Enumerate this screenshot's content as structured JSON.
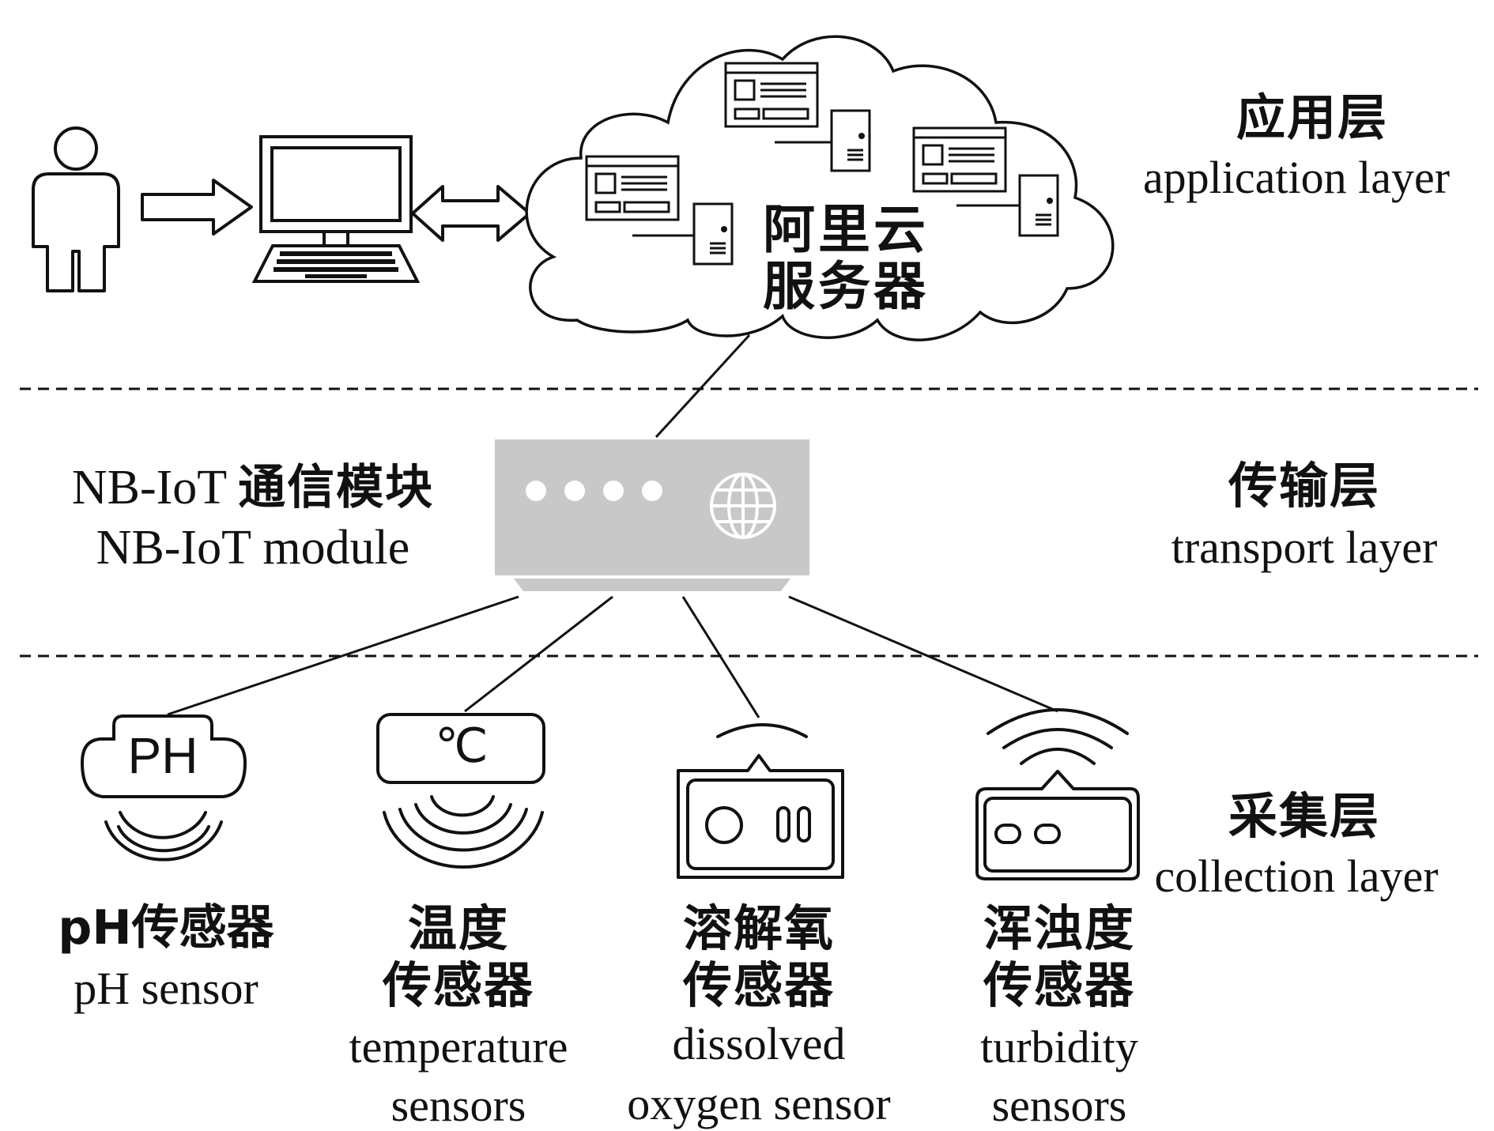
{
  "layers": {
    "application": {
      "zh": "应用层",
      "en": "application layer"
    },
    "transport": {
      "zh": "传输层",
      "en": "transport layer"
    },
    "collection": {
      "zh": "采集层",
      "en": "collection layer"
    }
  },
  "cloud": {
    "line1": "阿里云",
    "line2": "服务器"
  },
  "module": {
    "zh_prefix": "NB-IoT",
    "zh_name": "通信模块",
    "en": "NB-IoT module"
  },
  "sensors": [
    {
      "icon": "ph-sensor-icon",
      "icon_text": "PH",
      "zh": [
        "pH传感器"
      ],
      "en": [
        "pH sensor"
      ]
    },
    {
      "icon": "temperature-sensor-icon",
      "icon_text": "℃",
      "zh": [
        "温度",
        "传感器"
      ],
      "en": [
        "temperature",
        "sensors"
      ]
    },
    {
      "icon": "dissolved-oxygen-sensor-icon",
      "zh": [
        "溶解氧",
        "传感器"
      ],
      "en": [
        "dissolved",
        "oxygen sensor"
      ]
    },
    {
      "icon": "turbidity-sensor-icon",
      "zh": [
        "浑浊度",
        "传感器"
      ],
      "en": [
        "turbidity",
        "sensors"
      ]
    }
  ],
  "colors": {
    "stroke": "#111111",
    "module_fill": "#c8c8c8",
    "background": "#ffffff"
  }
}
